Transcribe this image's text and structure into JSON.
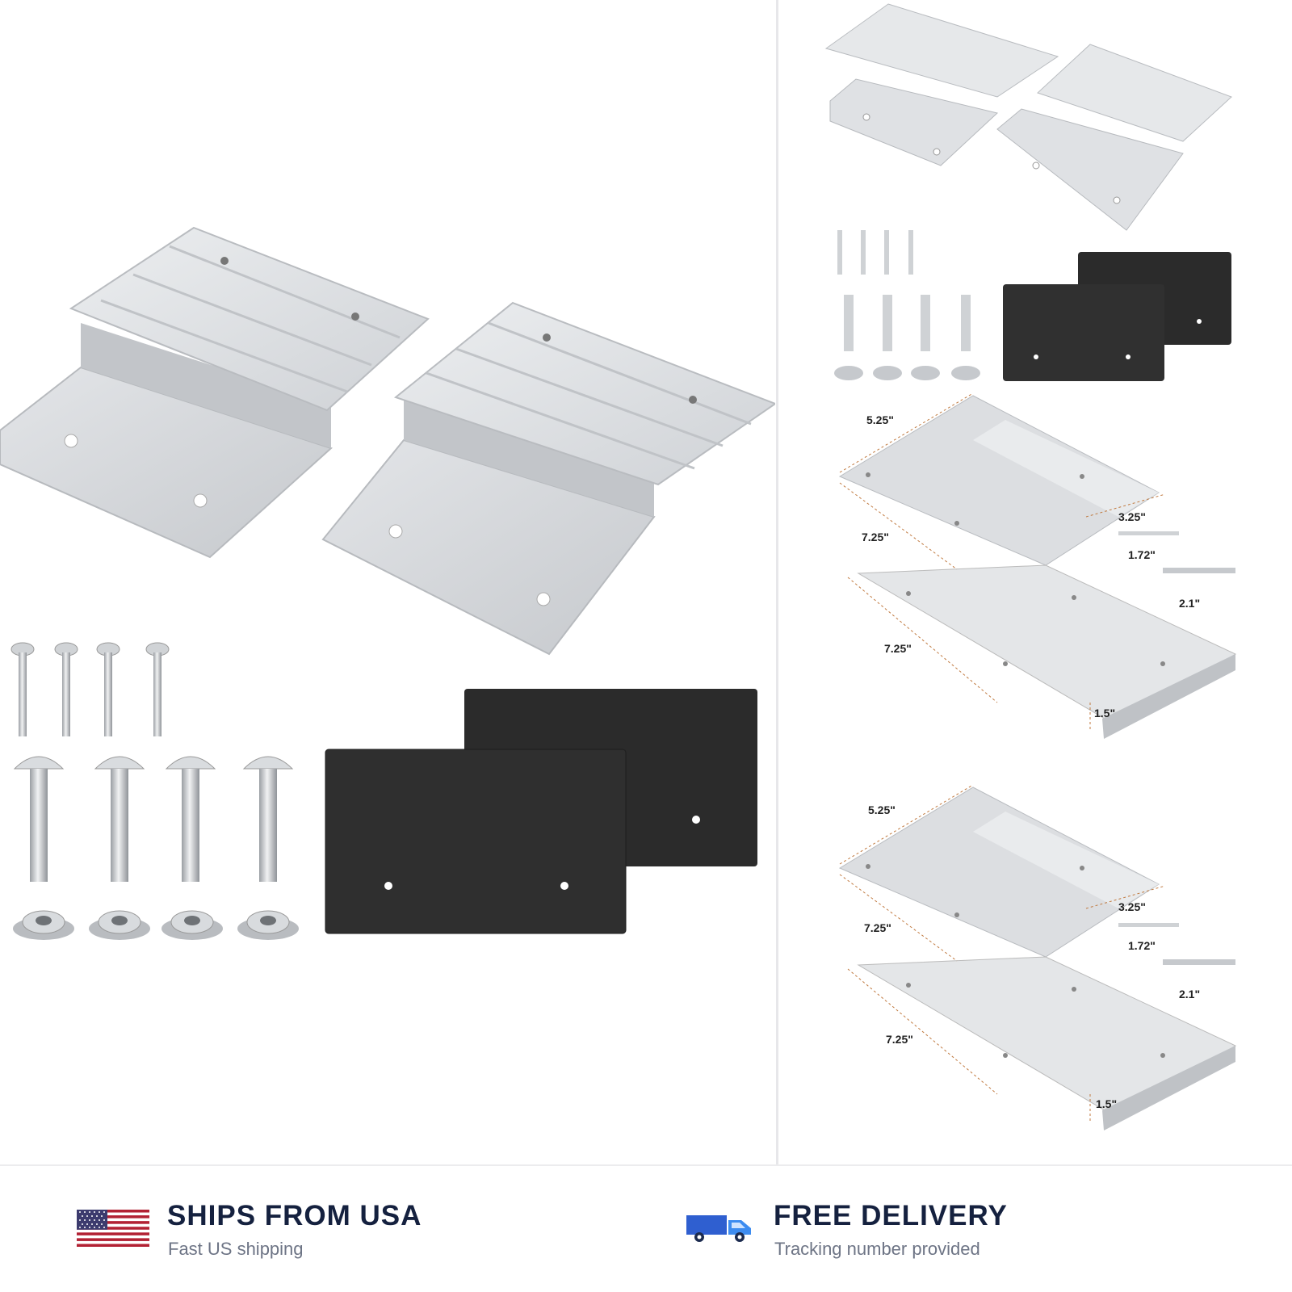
{
  "product_images": {
    "main_alt": "Aluminum ramp plates with bolts, nuts and rubber pads",
    "detail_alt": "Ramp plate dimensions detail"
  },
  "dimensions": {
    "width": "5.25\"",
    "depth": "3.25\"",
    "length": "7.25\"",
    "short_bolt": "1.72\"",
    "long_bolt": "2.1\"",
    "lower_length": "7.25\"",
    "height": "1.5\""
  },
  "footer": {
    "ships": {
      "title": "SHIPS FROM USA",
      "subtitle": "Fast US shipping",
      "icon": "us-flag-icon"
    },
    "delivery": {
      "title": "FREE DELIVERY",
      "subtitle": "Tracking number provided",
      "icon": "delivery-truck-icon"
    }
  },
  "colors": {
    "title": "#15213f",
    "subtitle": "#6d7485",
    "aluminum": "#dcdee1",
    "pad": "#2b2b2b",
    "flag_red": "#b22234",
    "flag_blue": "#3c3b6e",
    "truck_blue": "#2f5fd0"
  }
}
